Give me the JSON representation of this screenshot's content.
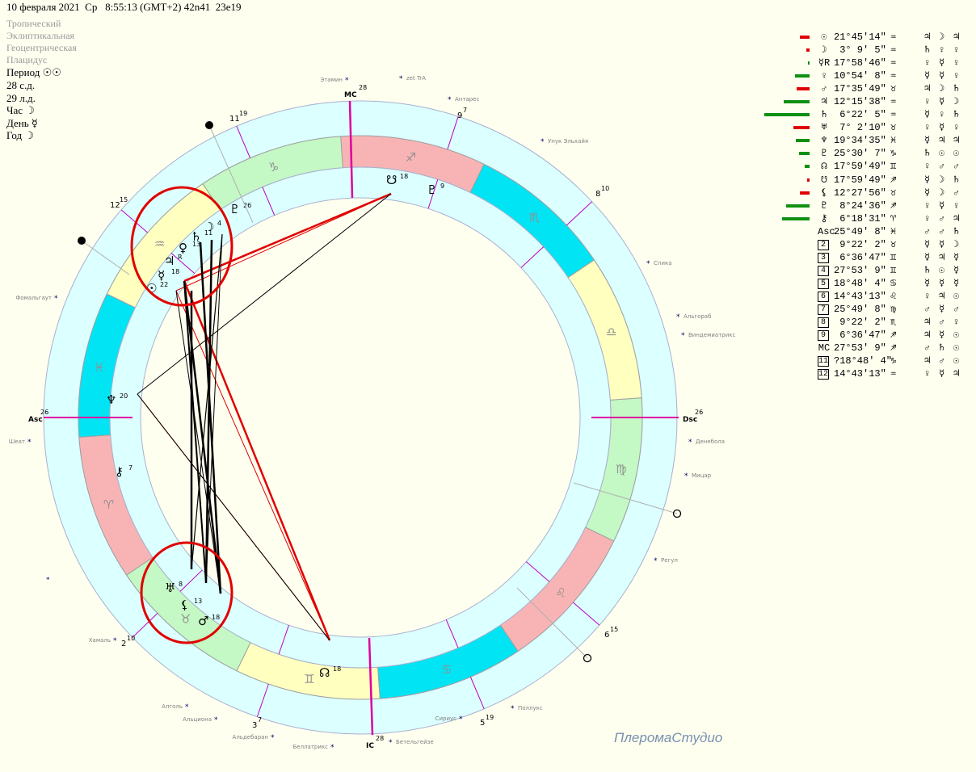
{
  "header": {
    "title": "10 февраля 2021  Ср   8:55:13 (GMT+2) 42n41  23e19"
  },
  "options": [
    "Тропический",
    "Эклиптикальная",
    "Геоцентрическая",
    "Плацидус"
  ],
  "info": [
    "Период ☉☉",
    "28 с.д.",
    "29 л.д.",
    "Час ☽",
    "День ☿",
    "Год ☽"
  ],
  "colors": {
    "fire": "#f8b4b4",
    "earth": "#c4f8c4",
    "air": "#ffffc0",
    "water": "#00e4f4",
    "ring": "#dcffff",
    "cusp": "#c000c0",
    "axis": "#e000a0",
    "aspect_red": "#e00000",
    "positive": "#109010",
    "negative": "#e00000"
  },
  "signs": [
    "♈",
    "♉",
    "♊",
    "♋",
    "♌",
    "♍",
    "♎",
    "♏",
    "♐",
    "♑",
    "♒",
    "♓"
  ],
  "axes": {
    "asc": "Asc",
    "asc_deg": "26",
    "dsc": "Dsc",
    "dsc_deg": "26",
    "mc": "MC",
    "mc_deg": "28",
    "ic": "IC",
    "ic_deg": "28"
  },
  "houses": [
    {
      "num": "11",
      "deg": "19"
    },
    {
      "num": "12",
      "deg": "15"
    },
    {
      "num": "2",
      "deg": "10"
    },
    {
      "num": "3",
      "deg": "7"
    },
    {
      "num": "5",
      "deg": "19"
    },
    {
      "num": "6",
      "deg": "15"
    },
    {
      "num": "8",
      "deg": "10"
    },
    {
      "num": "9",
      "deg": "7"
    }
  ],
  "chart_planets": [
    {
      "glyph": "☉",
      "deg": "22"
    },
    {
      "glyph": "☿",
      "deg": "18"
    },
    {
      "glyph": "♃",
      "deg": "R"
    },
    {
      "glyph": "♀",
      "deg": "13"
    },
    {
      "glyph": "♄",
      "deg": "11"
    },
    {
      "glyph": "☽",
      "deg": "4"
    },
    {
      "glyph": "♇",
      "deg": "26"
    },
    {
      "glyph": "♆",
      "deg": "20"
    },
    {
      "glyph": "⚷",
      "deg": "7"
    },
    {
      "glyph": "♅",
      "deg": "8"
    },
    {
      "glyph": "⚸",
      "deg": "13"
    },
    {
      "glyph": "♂",
      "deg": "18"
    },
    {
      "glyph": "☊",
      "deg": "18"
    },
    {
      "glyph": "☋",
      "deg": "18"
    },
    {
      "glyph": "♇",
      "deg": "9"
    }
  ],
  "stars": [
    "Этамин",
    "zet TrA",
    "Антарес",
    "Унук Эльхайя",
    "Спика",
    "Альгораб",
    "Виндемиатрикс",
    "Денебола",
    "Мицар",
    "Регул",
    "Поллукс",
    "Сириус",
    "Бетельгейзе",
    "Беллатрикс",
    "Альдебаран",
    "Альциона",
    "Алголь",
    "Хамаль",
    "Шеат",
    "Фомальгаут"
  ],
  "table": [
    {
      "sym": "☉",
      "deg": "21°45'14\"",
      "sign": "♒",
      "r": [
        "♃",
        "☽",
        "♃"
      ],
      "strength": -3
    },
    {
      "sym": "☽",
      "deg": " 3° 9' 5\"",
      "sign": "♒",
      "r": [
        "♄",
        "♀",
        "♀"
      ],
      "strength": -1
    },
    {
      "sym": "☿R",
      "deg": "17°58'46\"",
      "sign": "♒",
      "r": [
        "♀",
        "☿",
        "♀"
      ],
      "strength": 0.5
    },
    {
      "sym": "♀",
      "deg": "10°54' 8\"",
      "sign": "♒",
      "r": [
        "☿",
        "☿",
        "♀"
      ],
      "strength": 4.5
    },
    {
      "sym": "♂",
      "deg": "17°35'49\"",
      "sign": "♉",
      "r": [
        "♃",
        "☽",
        "♄"
      ],
      "strength": -4
    },
    {
      "sym": "♃",
      "deg": "12°15'38\"",
      "sign": "♒",
      "r": [
        "♀",
        "☿",
        "☽"
      ],
      "strength": 8
    },
    {
      "sym": "♄",
      "deg": " 6°22' 5\"",
      "sign": "♒",
      "r": [
        "☿",
        "♀",
        "♄"
      ],
      "strength": 14
    },
    {
      "sym": "♅",
      "deg": " 7° 2'10\"",
      "sign": "♉",
      "r": [
        "♀",
        "☿",
        "♀"
      ],
      "strength": -5
    },
    {
      "sym": "♆",
      "deg": "19°34'35\"",
      "sign": "♓",
      "r": [
        "☿",
        "♃",
        "♃"
      ],
      "strength": 4.2
    },
    {
      "sym": "♇",
      "deg": "25°30' 7\"",
      "sign": "♑",
      "r": [
        "♄",
        "☉",
        "☉"
      ],
      "strength": 3.3
    },
    {
      "sym": "☊",
      "deg": "17°59'49\"",
      "sign": "♊",
      "r": [
        "♀",
        "♂",
        "♂"
      ],
      "strength": 1.5
    },
    {
      "sym": "☋",
      "deg": "17°59'49\"",
      "sign": "♐",
      "r": [
        "☿",
        "☽",
        "♄"
      ],
      "strength": -0.8
    },
    {
      "sym": "⚸",
      "deg": "12°27'56\"",
      "sign": "♉",
      "r": [
        "☿",
        "☽",
        "♂"
      ],
      "strength": -3
    },
    {
      "sym": "♇",
      "deg": " 8°24'36\"",
      "sign": "♐",
      "r": [
        "♀",
        "☿",
        "♀"
      ],
      "strength": 7.3
    },
    {
      "sym": "⚷",
      "deg": " 6°18'31\"",
      "sign": "♈",
      "r": [
        "♀",
        "♂",
        "♃"
      ],
      "strength": 8.5
    },
    {
      "sym": "Asc",
      "deg": "25°49' 8\"",
      "sign": "♓",
      "r": [
        "♂",
        "♂",
        "♄"
      ]
    },
    {
      "sym": "2",
      "deg": " 9°22' 2\"",
      "sign": "♉",
      "r": [
        "☿",
        "☿",
        "☽"
      ]
    },
    {
      "sym": "3",
      "deg": " 6°36'47\"",
      "sign": "♊",
      "r": [
        "☿",
        "♃",
        "☿"
      ]
    },
    {
      "sym": "4",
      "deg": "27°53' 9\"",
      "sign": "♊",
      "r": [
        "♄",
        "☉",
        "☿"
      ]
    },
    {
      "sym": "5",
      "deg": "18°48' 4\"",
      "sign": "♋",
      "r": [
        "☿",
        "☿",
        "☿"
      ]
    },
    {
      "sym": "6",
      "deg": "14°43'13\"",
      "sign": "♌",
      "r": [
        "♀",
        "♃",
        "☉"
      ]
    },
    {
      "sym": "7",
      "deg": "25°49' 8\"",
      "sign": "♍",
      "r": [
        "♂",
        "☿",
        "♂"
      ]
    },
    {
      "sym": "8",
      "deg": " 9°22' 2\"",
      "sign": "♏",
      "r": [
        "♃",
        "♂",
        "♀"
      ]
    },
    {
      "sym": "9",
      "deg": " 6°36'47\"",
      "sign": "♐",
      "r": [
        "♃",
        "☿",
        "☉"
      ]
    },
    {
      "sym": "MC",
      "deg": "27°53' 9\"",
      "sign": "♐",
      "r": [
        "♂",
        "♄",
        "☉"
      ]
    },
    {
      "sym": "11",
      "deg": "?18°48' 4\"",
      "sign": "♑",
      "r": [
        "♃",
        "♂",
        "☉"
      ]
    },
    {
      "sym": "12",
      "deg": "14°43'13\"",
      "sign": "♒",
      "r": [
        "♀",
        "☿",
        "♃"
      ]
    }
  ],
  "watermark": "ПлеромаСтудио"
}
